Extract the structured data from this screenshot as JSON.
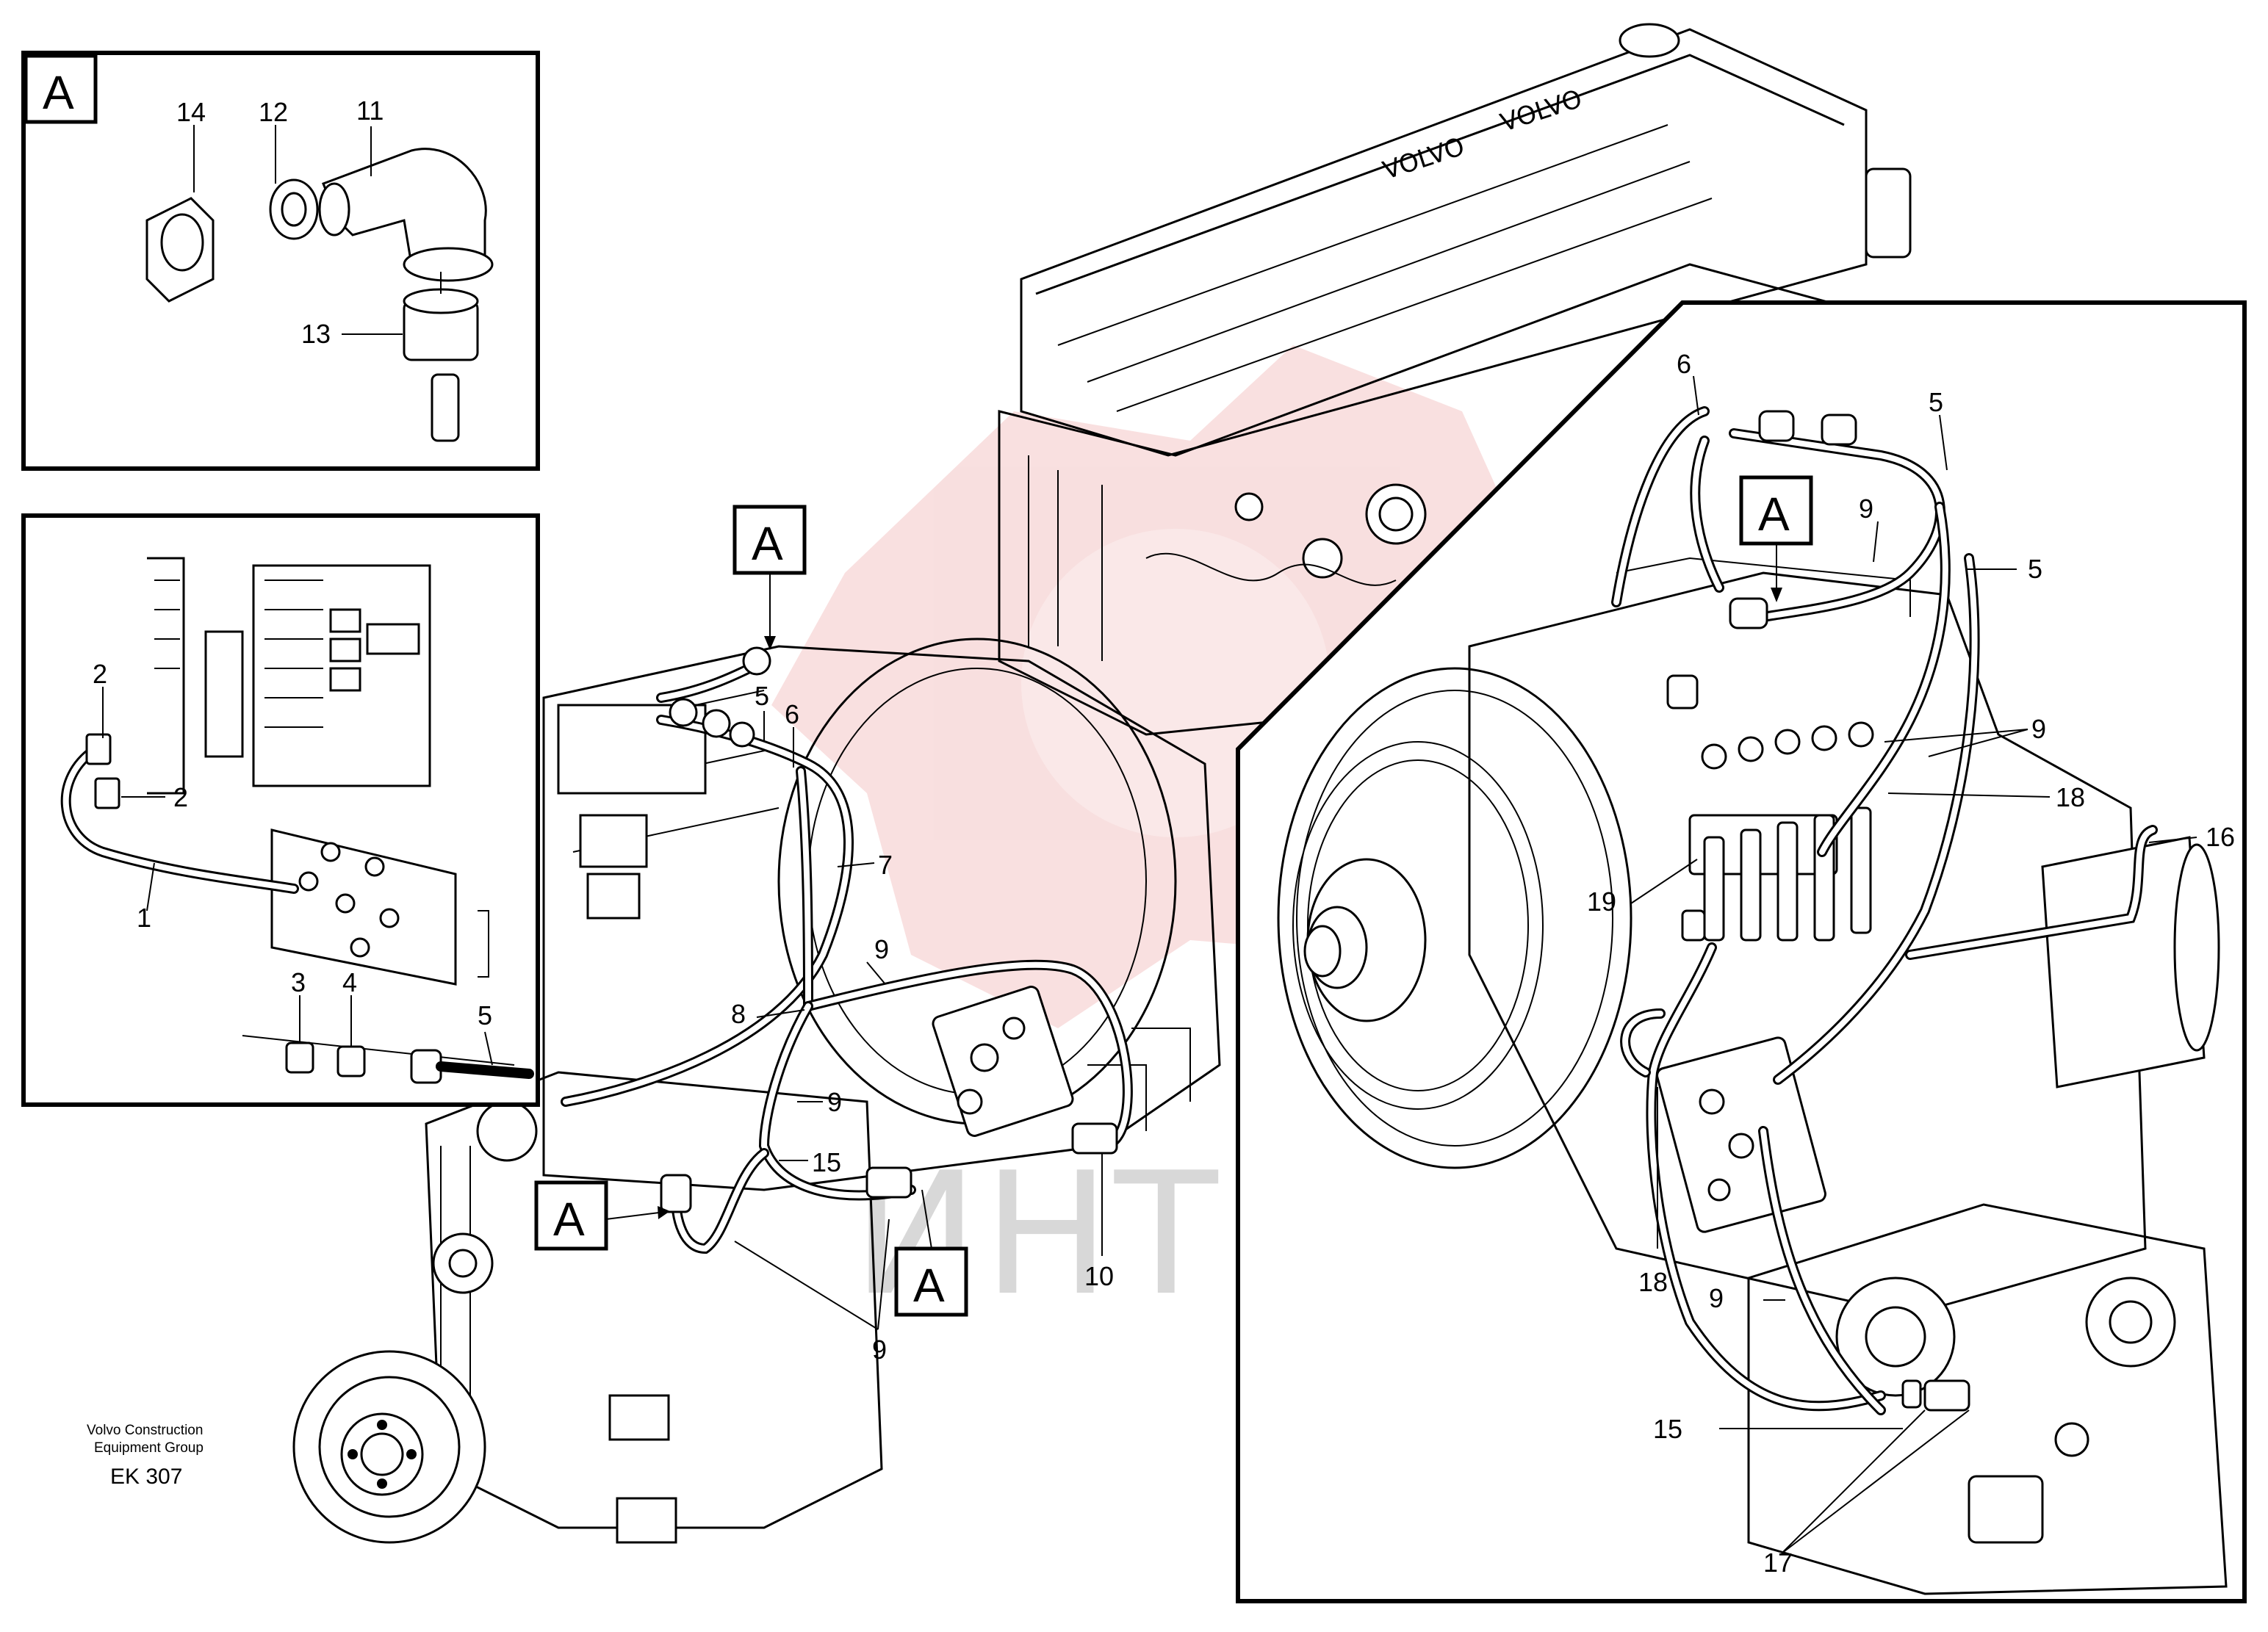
{
  "watermark": {
    "text": "ИНТЕХ",
    "logo_color": "#f4c6c6"
  },
  "brand": {
    "engraving": "VOLVO"
  },
  "caption": {
    "line1": "Volvo Construction",
    "line2": "Equipment Group",
    "code": "EK 307"
  },
  "detail_a": {
    "tag": "A",
    "callouts": {
      "c14": "14",
      "c12": "12",
      "c11": "11",
      "c13": "13"
    }
  },
  "detail_wiring": {
    "callouts": {
      "c2a": "2",
      "c2b": "2",
      "c1": "1",
      "c3": "3",
      "c4": "4",
      "c5": "5"
    }
  },
  "main_view": {
    "tags": {
      "a1": "A",
      "a2": "A",
      "a3": "A"
    },
    "callouts": {
      "c5": "5",
      "c6": "6",
      "c7": "7",
      "c9a": "9",
      "c8": "8",
      "c9b": "9",
      "c15": "15",
      "c10": "10",
      "c9c": "9"
    }
  },
  "inset_view": {
    "tags": {
      "a1": "A"
    },
    "callouts": {
      "c6": "6",
      "c5a": "5",
      "c9a": "9",
      "c5b": "5",
      "c9b": "9",
      "c18a": "18",
      "c16": "16",
      "c19": "19",
      "c18b": "18",
      "c9c": "9",
      "c15": "15",
      "c17": "17"
    }
  }
}
